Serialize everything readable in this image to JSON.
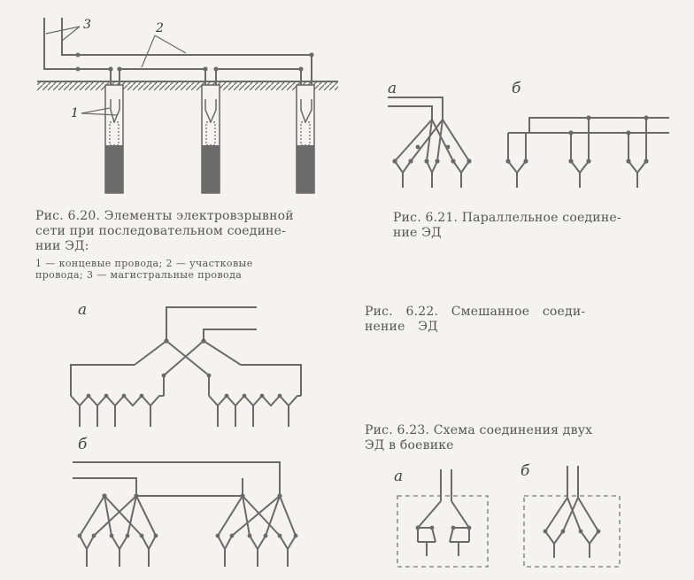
{
  "figures": {
    "fig_6_20": {
      "caption": "Рис. 6.20. Элементы электровзрывной\nсети при последовательном соедине-\nнии ЭД:",
      "legend": "1 — концевые провода; 2 — участковые\nпровода; 3 — магистральные провода",
      "callouts": [
        "1",
        "2",
        "3"
      ]
    },
    "fig_6_21": {
      "caption": "Рис. 6.21. Параллельное соедине-\nние ЭД",
      "label_a": "а",
      "label_b": "б"
    },
    "fig_6_22": {
      "caption": "Рис. 6.22. Смешанное соеди-\nнение ЭД",
      "label_a": "а",
      "label_b": "б"
    },
    "fig_6_23": {
      "caption": "Рис. 6.23. Схема соединения двух\nЭД в боевике",
      "label_a": "а",
      "label_b": "б"
    }
  },
  "colors": {
    "ink": "#6a6a6a",
    "charge": "#6b6b6b",
    "ground": "#5a5a5a"
  }
}
